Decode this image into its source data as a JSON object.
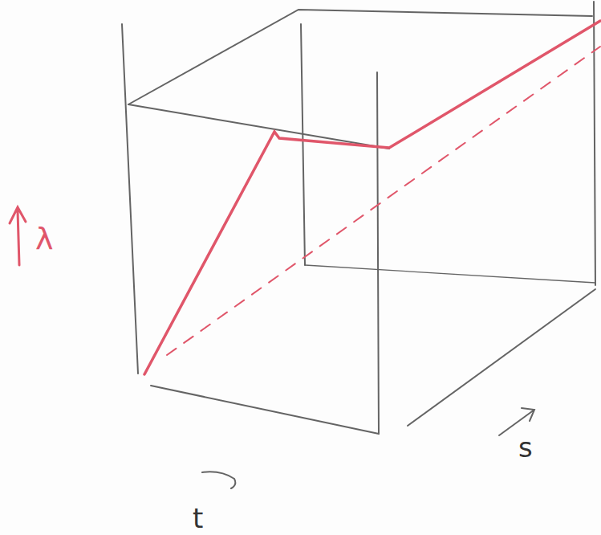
{
  "diagram": {
    "labels": [
      "λ",
      "t",
      "s"
    ]
  }
}
